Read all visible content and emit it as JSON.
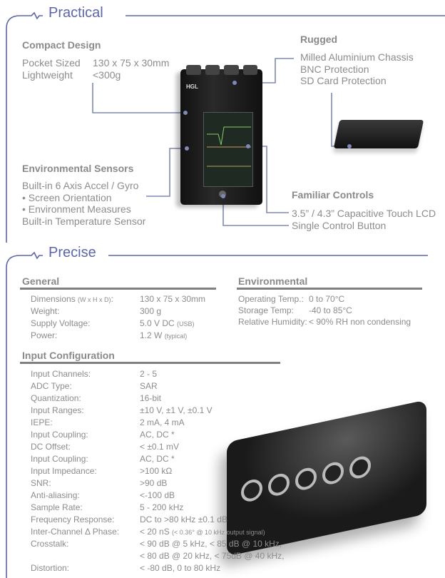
{
  "practical": {
    "title": "Practical",
    "compact": {
      "heading": "Compact Design",
      "rows": [
        {
          "label": "Pocket Sized",
          "value": "130 x 75 x 30mm"
        },
        {
          "label": "Lightweight",
          "value": "<300g"
        }
      ]
    },
    "rugged": {
      "heading": "Rugged",
      "items": [
        "Milled Aluminium Chassis",
        "BNC Protection",
        "SD Card Protection"
      ]
    },
    "environmental": {
      "heading": "Environmental Sensors",
      "items": [
        "Built-in 6 Axis Accel / Gyro",
        "•   Screen Orientation",
        "•   Environment Measures",
        "Built-in Temperature Sensor"
      ]
    },
    "controls": {
      "heading": "Familiar Controls",
      "items": [
        "3.5” / 4.3” Capacitive Touch LCD",
        "Single Control Button"
      ]
    },
    "device_logo": "HGL"
  },
  "precise": {
    "title": "Precise",
    "general": {
      "heading": "General",
      "rows": [
        {
          "label": "Dimensions ",
          "label_small": "(W x H x D)",
          "label_end": ":",
          "value": "130 x 75 x 30mm",
          "value_small": ""
        },
        {
          "label": "Weight:",
          "label_small": "",
          "label_end": "",
          "value": "300 g",
          "value_small": ""
        },
        {
          "label": "Supply Voltage:",
          "label_small": "",
          "label_end": "",
          "value": "5.0 V DC ",
          "value_small": "(USB)"
        },
        {
          "label": "Power:",
          "label_small": "",
          "label_end": "",
          "value": "1.2 W ",
          "value_small": "(typical)"
        }
      ]
    },
    "environmental": {
      "heading": "Environmental",
      "rows": [
        {
          "label": "Operating Temp.:",
          "value": "0 to 70°C"
        },
        {
          "label": "Storage Temp:",
          "value": "-40 to 85°C"
        },
        {
          "label": "Relative Humidity:",
          "value": "< 90% RH non condensing"
        }
      ]
    },
    "input": {
      "heading": "Input Configuration",
      "rows": [
        {
          "label": "Input Channels:",
          "value": "2 - 5",
          "small": ""
        },
        {
          "label": "ADC Type:",
          "value": "SAR",
          "small": ""
        },
        {
          "label": "Quantization:",
          "value": "16-bit",
          "small": ""
        },
        {
          "label": "Input Ranges:",
          "value": "±10 V, ±1 V, ±0.1 V",
          "small": ""
        },
        {
          "label": "IEPE:",
          "value": "2 mA, 4 mA",
          "small": ""
        },
        {
          "label": "Input Coupling:",
          "value": "AC, DC *",
          "small": ""
        },
        {
          "label": "DC Offset:",
          "value": "< ±0.1 mV",
          "small": ""
        },
        {
          "label": "Input Coupling:",
          "value": "AC, DC *",
          "small": ""
        },
        {
          "label": "Input Impedance:",
          "value": ">100 kΩ",
          "small": ""
        },
        {
          "label": "SNR:",
          "value": ">90 dB",
          "small": ""
        },
        {
          "label": "Anti-aliasing:",
          "value": "<-100 dB",
          "small": ""
        },
        {
          "label": "Sample Rate:",
          "value": "5 - 200 kHz",
          "small": ""
        },
        {
          "label": "Frequency Response:",
          "value": "DC to >80 kHz ±0.1 dB",
          "small": ""
        },
        {
          "label": "Inter-Channel Δ Phase:",
          "value": "< 20 nS ",
          "small": "(< 0.36° @ 10 kHz output signal)"
        },
        {
          "label": "Crosstalk:",
          "value": "< 90 dB @ 5 kHz, < 85 dB @ 10 kHz,",
          "small": ""
        },
        {
          "label": "",
          "value": "< 80 dB @ 20 kHz, < 75dB @ 40 kHz,",
          "small": ""
        },
        {
          "label": "Distortion:",
          "value": "< -80 dB, 0 to 80 kHz",
          "small": ""
        }
      ]
    }
  },
  "colors": {
    "accent": "#5b66b0",
    "text": "#8c8c8c",
    "rule": "#808080"
  }
}
